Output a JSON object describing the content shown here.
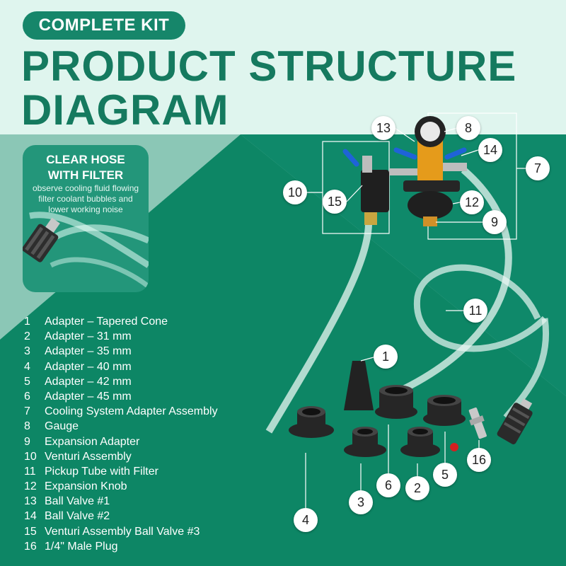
{
  "badge": {
    "text": "COMPLETE KIT"
  },
  "title": {
    "line1": "PRODUCT STRUCTURE",
    "line2": "DIAGRAM"
  },
  "colors": {
    "brand_green": "#157a5f",
    "panel_green": "#0e8a68",
    "light_mint": "#dff5ee",
    "accent_red": "#d32020",
    "valve_blue": "#1f63d8"
  },
  "card": {
    "title_line1": "CLEAR HOSE",
    "title_line2": "WITH FILTER",
    "desc_line1": "observe cooling fluid flowing",
    "desc_line2": "filter coolant bubbles and",
    "desc_line3": "lower working noise"
  },
  "parts": [
    {
      "num": "1",
      "label": "Adapter – Tapered Cone"
    },
    {
      "num": "2",
      "label": "Adapter – 31 mm"
    },
    {
      "num": "3",
      "label": "Adapter – 35 mm"
    },
    {
      "num": "4",
      "label": "Adapter – 40 mm"
    },
    {
      "num": "5",
      "label": "Adapter – 42 mm"
    },
    {
      "num": "6",
      "label": "Adapter – 45 mm"
    },
    {
      "num": "7",
      "label": "Cooling System Adapter Assembly"
    },
    {
      "num": "8",
      "label": "Gauge"
    },
    {
      "num": "9",
      "label": "Expansion Adapter"
    },
    {
      "num": "10",
      "label": "Venturi Assembly"
    },
    {
      "num": "11",
      "label": "Pickup Tube with Filter"
    },
    {
      "num": "12",
      "label": "Expansion Knob"
    },
    {
      "num": "13",
      "label": "Ball Valve #1"
    },
    {
      "num": "14",
      "label": "Ball Valve #2"
    },
    {
      "num": "15",
      "label": "Venturi Assembly Ball Valve #3"
    },
    {
      "num": "16",
      "label": "1/4\" Male Plug"
    }
  ]
}
